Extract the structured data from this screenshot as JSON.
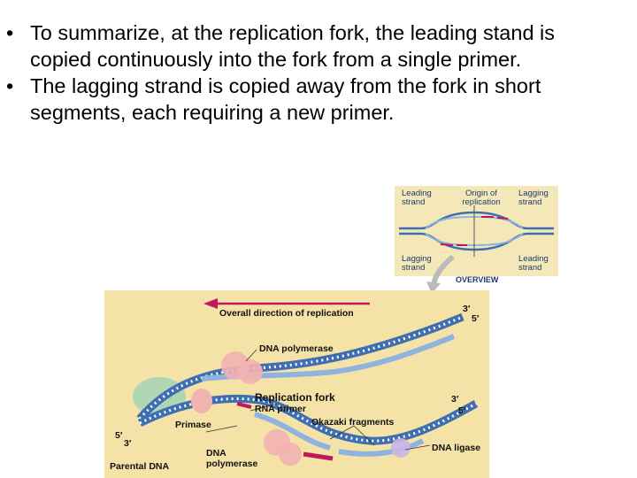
{
  "bullets": [
    "To summarize, at the replication fork, the leading stand is copied continuously into the fork from a single primer.",
    "The lagging strand is copied away from the fork in short segments, each requiring a new primer."
  ],
  "overview": {
    "leading_strand_left": "Leading strand",
    "origin": "Origin of replication",
    "lagging_strand_right": "Lagging strand",
    "lagging_strand_left": "Lagging strand",
    "leading_strand_right": "Leading strand",
    "caption": "OVERVIEW"
  },
  "diagram": {
    "direction": "Overall direction of replication",
    "prime3_top": "3′",
    "prime5_top": "5′",
    "dna_polymerase_top": "DNA polymerase",
    "replication_fork": "Replication fork",
    "rna_primer": "RNA primer",
    "prime3_mid": "3′",
    "prime5_mid": "5′",
    "okazaki": "Okazaki fragments",
    "primase": "Primase",
    "prime5_left": "5′",
    "prime3_left": "3′",
    "dna_polymerase_bottom": "DNA polymerase",
    "dna_ligase": "DNA ligase",
    "parental_dna": "Parental DNA"
  },
  "colors": {
    "panel": "#f5e2a6",
    "strand_blue": "#3f6fb0",
    "new_strand_light": "#8fb3de",
    "arrow_magenta": "#c2185b",
    "polymerase_pink": "#f2b3b3",
    "primase_green": "#a8d5b8"
  }
}
